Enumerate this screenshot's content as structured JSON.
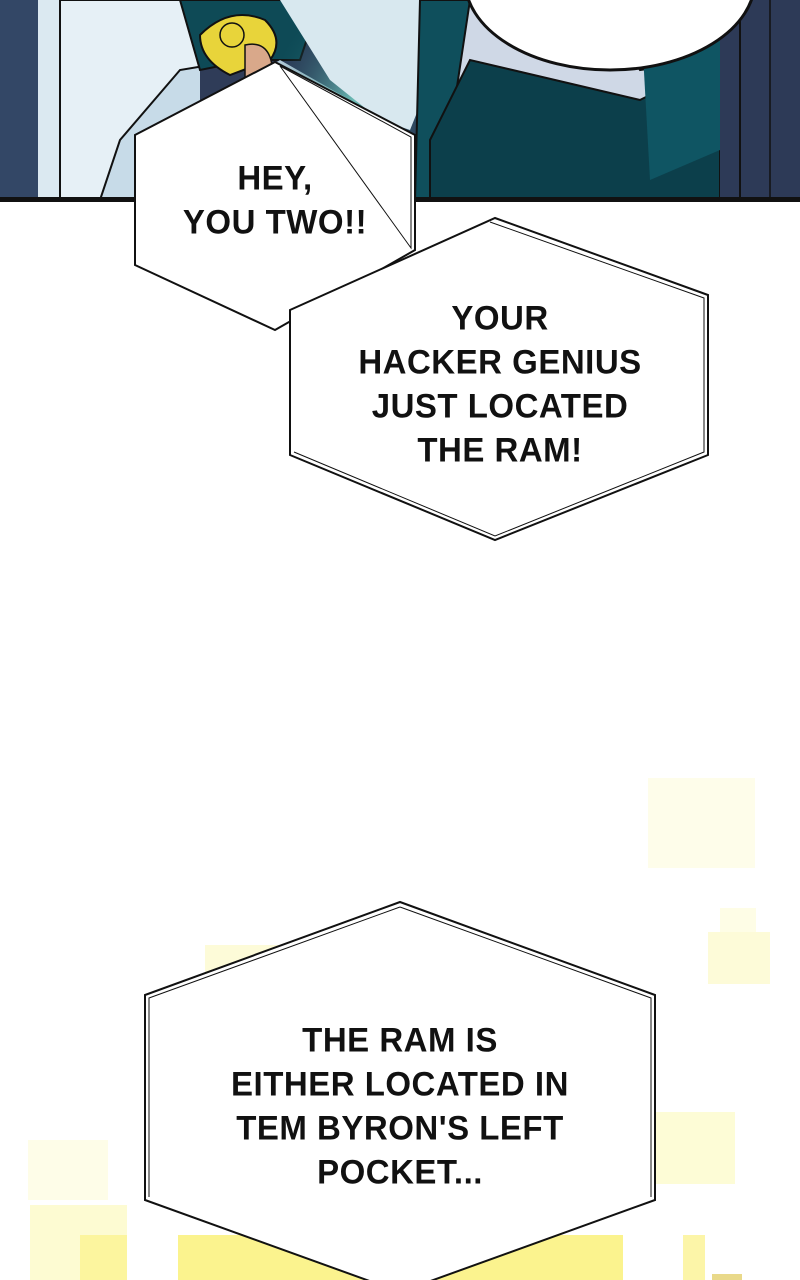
{
  "colors": {
    "ink": "#111111",
    "teal": "#0f4f5c",
    "slate": "#3b4a66",
    "pale_blue": "#cfe3ee",
    "gold": "#e8d43a",
    "glow_pale": "#fdfce2",
    "glow_bright": "#fbf38e"
  },
  "bubbles": [
    {
      "lines": [
        "HEY,",
        "YOU TWO!!"
      ]
    },
    {
      "lines": [
        "YOUR",
        "HACKER GENIUS",
        "JUST LOCATED",
        "THE RAM!"
      ]
    },
    {
      "lines": [
        "THE RAM IS",
        "EITHER LOCATED IN",
        "TEM BYRON'S LEFT",
        "POCKET..."
      ]
    }
  ]
}
